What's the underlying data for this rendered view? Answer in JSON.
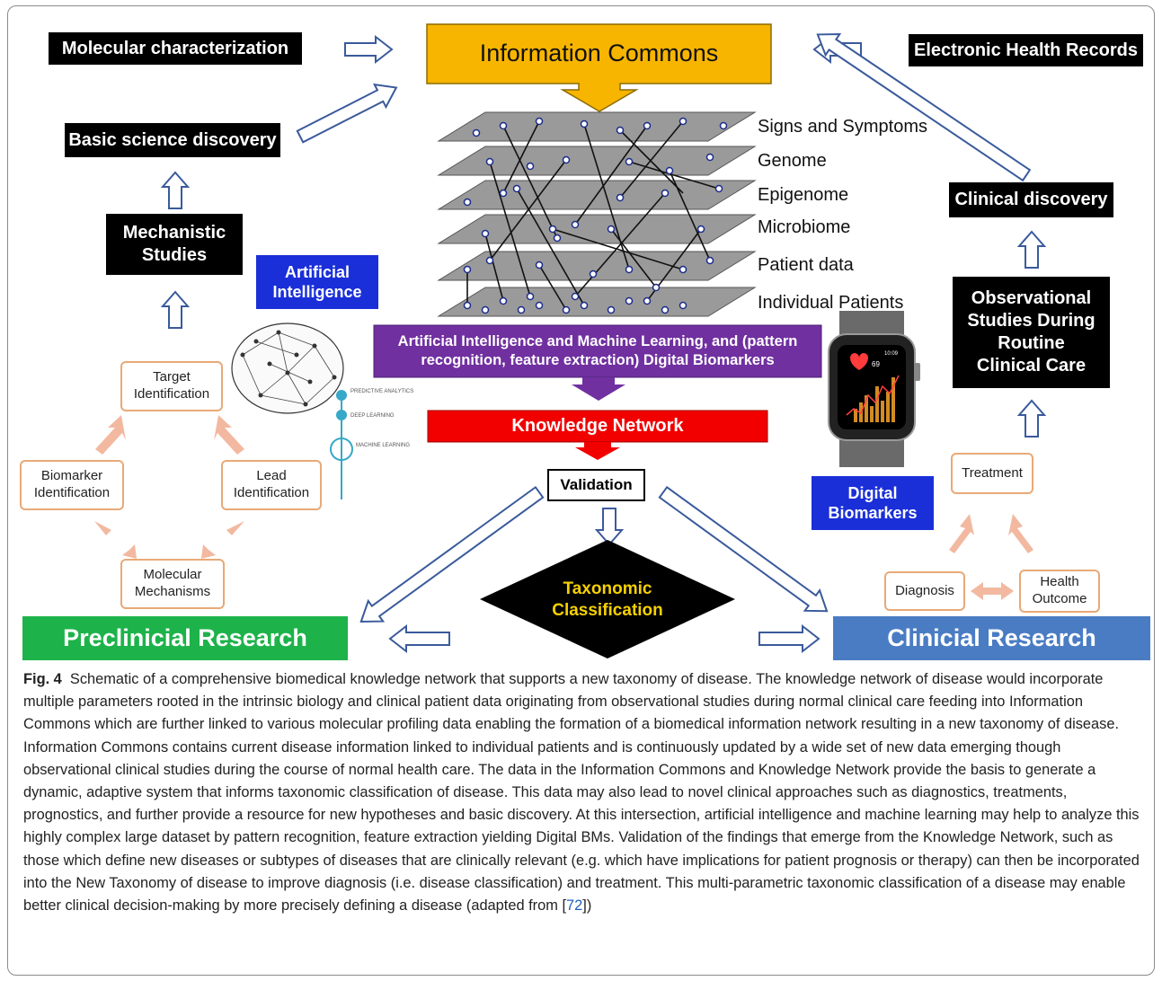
{
  "boxes": {
    "information_commons": "Information Commons",
    "molecular_characterization": "Molecular characterization",
    "electronic_health_records": "Electronic Health Records",
    "basic_science_discovery": "Basic science discovery",
    "mechanistic_studies": "Mechanistic Studies",
    "artificial_intelligence": "Artificial Intelligence",
    "clinical_discovery": "Clinical discovery",
    "observational_studies": "Observational Studies During Routine  Clinical Care",
    "ai_ml_banner": "Artificial Intelligence and Machine Learning, and (pattern recognition, feature extraction) Digital Biomarkers",
    "knowledge_network": "Knowledge Network",
    "validation": "Validation",
    "taxonomic_classification": "Taxonomic Classification",
    "digital_biomarkers": "Digital Biomarkers",
    "preclinical_research": "Preclinicial Research",
    "clinical_research": "Clinicial Research"
  },
  "layers": [
    "Signs and Symptoms",
    "Genome",
    "Epigenome",
    "Microbiome",
    "Patient data",
    "Individual Patients"
  ],
  "preclinical_cycle": {
    "target": "Target Identification",
    "biomarker": "Biomarker Identification",
    "lead": "Lead Identification",
    "molecular": "Molecular Mechanisms"
  },
  "clinical_cycle": {
    "treatment": "Treatment",
    "diagnosis": "Diagnosis",
    "health_outcome": "Health Outcome"
  },
  "ai_labels": [
    "PREDICTIVE ANALYTICS",
    "DEEP LEARNING",
    "MACHINE LEARNING"
  ],
  "watch": {
    "time": "10:09",
    "value": "69"
  },
  "colors": {
    "information_commons": "#f7b500",
    "ai_banner": "#7030a0",
    "knowledge_network": "#f20000",
    "preclinical": "#1db34a",
    "clinical": "#4a7cc4",
    "ai_box": "#1a2fd8",
    "cycle_arrow": "#f2b9a0"
  },
  "caption": {
    "fig_label": "Fig. 4",
    "text": "Schematic of a comprehensive biomedical knowledge network that supports a new taxonomy of disease. The knowledge network of disease would incorporate multiple parameters rooted in the intrinsic biology and clinical patient data originating from observational studies during normal clinical care feeding into Information Commons which are further linked to various molecular profiling data enabling the formation of a biomedical information network resulting in a new taxonomy of disease. Information Commons contains current disease information linked to individual patients and is continuously updated by a wide set of new data emerging though observational clinical studies during the course of normal health care. The data in the Information Commons and Knowledge Network provide the basis to generate a dynamic, adaptive system that informs taxonomic classification of disease. This data may also lead to novel clinical approaches such as diagnostics, treatments, prognostics, and further provide a resource for new hypotheses and basic discovery. At this intersection, artificial intelligence and machine learning may help to analyze this highly complex large dataset by pattern recognition, feature extraction yielding Digital BMs. Validation of the findings that emerge from the Knowledge Network, such as those which define new diseases or subtypes of diseases that are clinically relevant (e.g. which have implications for patient prognosis or therapy) can then be incorporated into the New Taxonomy of disease to improve diagnosis (i.e. disease classification) and treatment. This multi-parametric taxonomic classification of a disease may enable better clinical decision-making by more precisely defining a disease (adapted from ",
    "ref": "72",
    "tail": "])",
    "open_bracket": "["
  }
}
